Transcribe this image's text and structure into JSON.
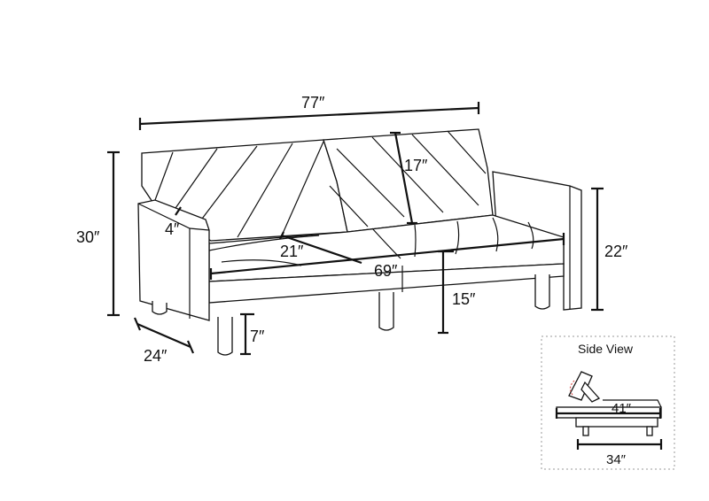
{
  "dimensions": {
    "overall_width": "77″",
    "overall_height": "30″",
    "arm_height": "22″",
    "depth": "24″",
    "leg_height": "7″",
    "seat_height": "15″",
    "back_height": "17″",
    "arm_width": "4″",
    "seat_depth": "21″",
    "seat_width": "69″"
  },
  "side_view": {
    "title": "Side View",
    "bed_length": "41″",
    "base_length": "34″"
  },
  "colors": {
    "line": "#111111",
    "accent": "#d9534f",
    "background": "#ffffff"
  }
}
